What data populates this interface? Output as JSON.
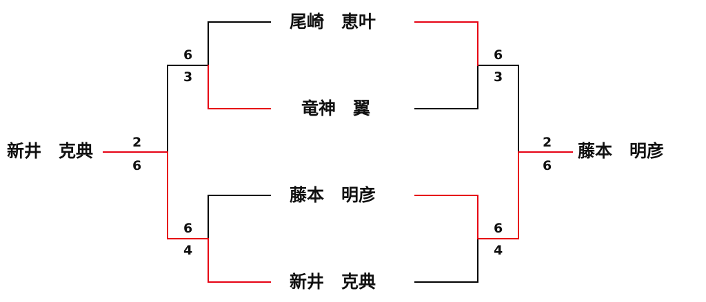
{
  "players": {
    "left_final": "新井　克典",
    "right_final": "藤本　明彦",
    "semi_top_a": "尾崎　恵叶",
    "semi_top_b": "竜神　翼",
    "semi_bottom_a": "藤本　明彦",
    "semi_bottom_b": "新井　克典"
  },
  "scores": {
    "left_top_upper": "6",
    "left_top_lower": "3",
    "left_bottom_upper": "6",
    "left_bottom_lower": "4",
    "left_final_upper": "2",
    "left_final_lower": "6",
    "right_top_upper": "6",
    "right_top_lower": "3",
    "right_bottom_upper": "6",
    "right_bottom_lower": "4",
    "right_final_upper": "2",
    "right_final_lower": "6"
  },
  "colors": {
    "winner_line": "#e60012",
    "loser_line": "#000000",
    "text": "#111111"
  }
}
